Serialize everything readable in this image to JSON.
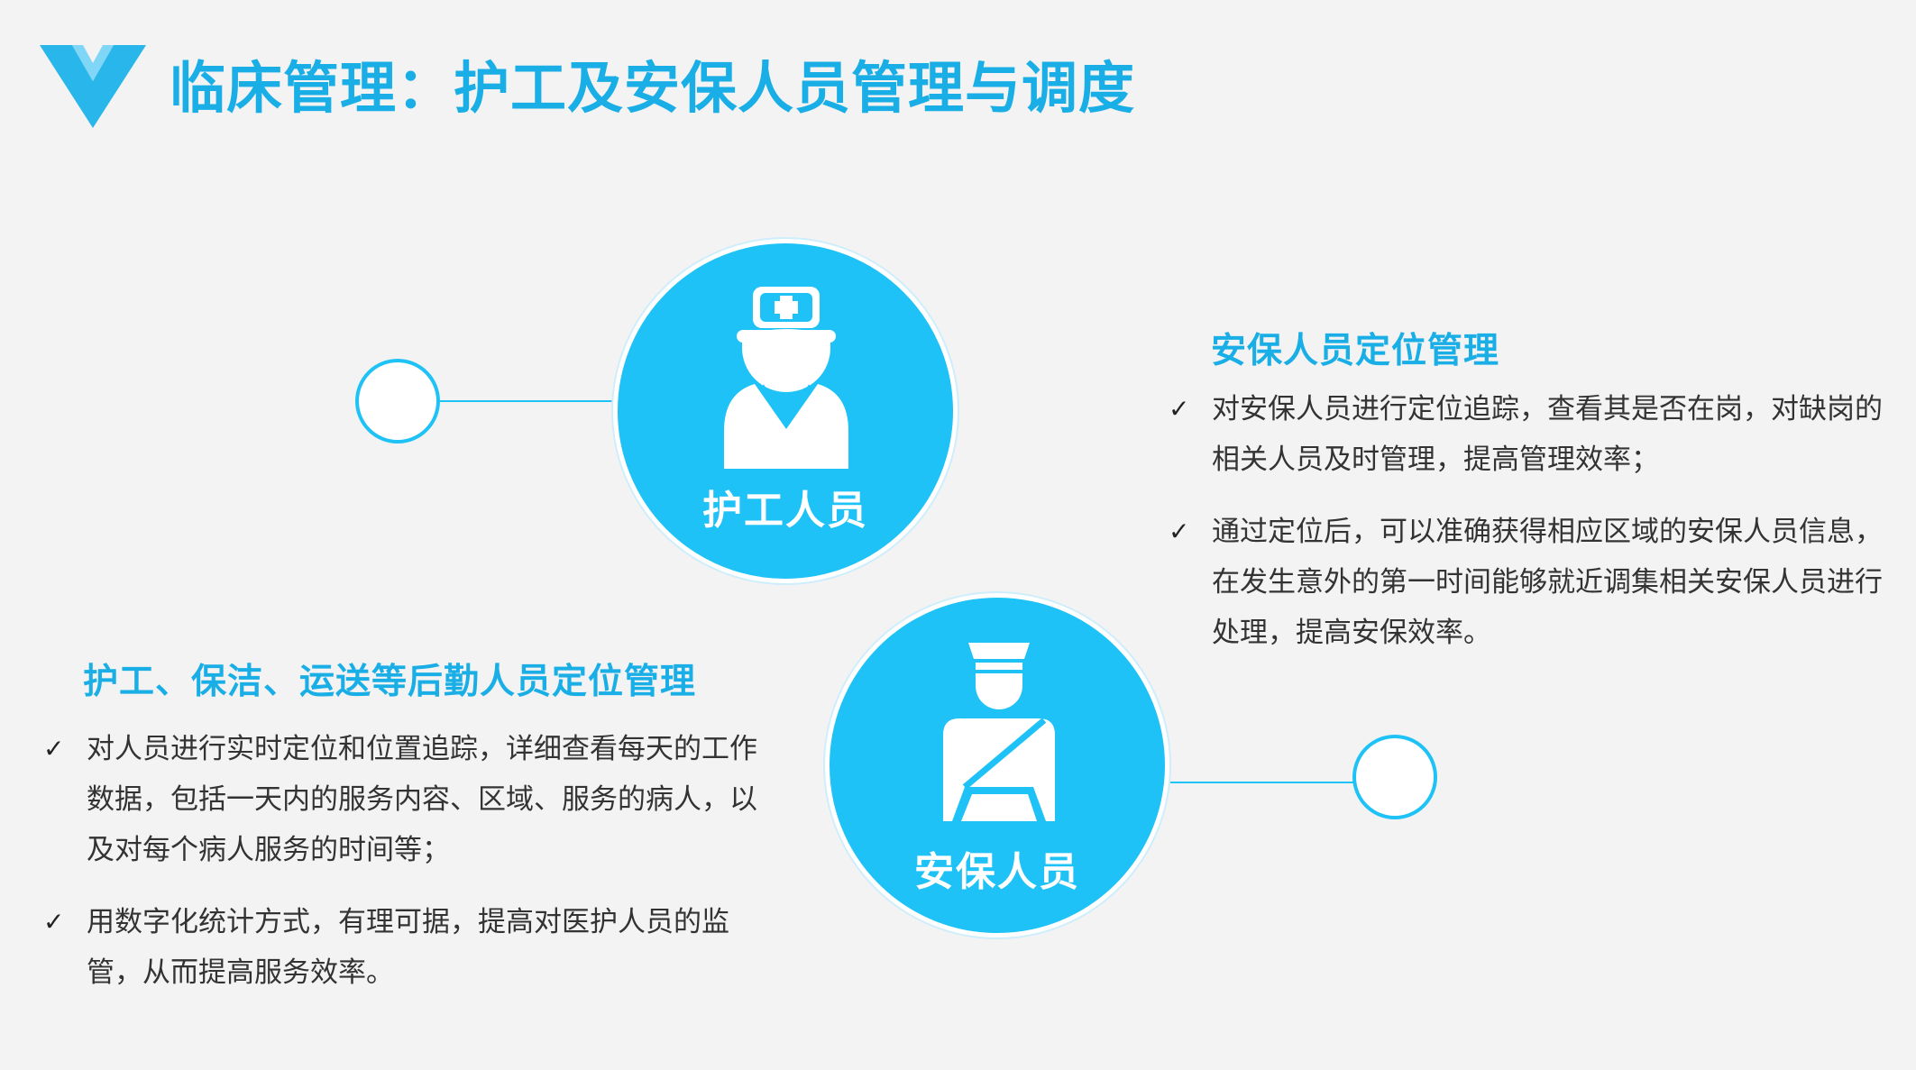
{
  "header": {
    "title": "临床管理：护工及安保人员管理与调度",
    "logo_icon": "v-chevron-logo-icon"
  },
  "colors": {
    "accent": "#1ec2f6",
    "title": "#1aaee6",
    "background": "#f3f3f3",
    "text": "#333333"
  },
  "nurse_node": {
    "label": "护工人员",
    "icon": "nurse-icon"
  },
  "security_node": {
    "label": "安保人员",
    "icon": "security-guard-icon"
  },
  "security_section": {
    "title": "安保人员定位管理",
    "bullets": [
      "对安保人员进行定位追踪，查看其是否在岗，对缺岗的相关人员及时管理，提高管理效率；",
      "通过定位后，可以准确获得相应区域的安保人员信息，在发生意外的第一时间能够就近调集相关安保人员进行处理，提高安保效率。"
    ]
  },
  "staff_section": {
    "title": "护工、保洁、运送等后勤人员定位管理",
    "bullets": [
      "对人员进行实时定位和位置追踪，详细查看每天的工作数据，包括一天内的服务内容、区域、服务的病人，以及对每个病人服务的时间等；",
      "用数字化统计方式，有理可据，提高对医护人员的监管，从而提高服务效率。"
    ]
  },
  "check_mark": "✓"
}
